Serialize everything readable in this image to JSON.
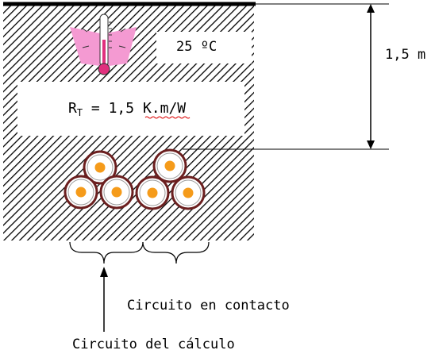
{
  "diagram": {
    "ambient_temperature": "25 ºC",
    "thermal_resistivity": {
      "symbol": "R",
      "subscript": "T",
      "value": " = 1,5 ",
      "unit": "K.m/W"
    },
    "burial_depth": "1,5 m",
    "label_contact_circuit": "Circuito en contacto",
    "label_calc_circuit": "Circuito del cálculo"
  },
  "colors": {
    "thermometer_card": "#f49ad2",
    "thermometer_bulb": "#e0307d",
    "conductor_core": "#f59b1a",
    "cable_sheath": "#6b1f1f",
    "hatch": "#000000"
  }
}
